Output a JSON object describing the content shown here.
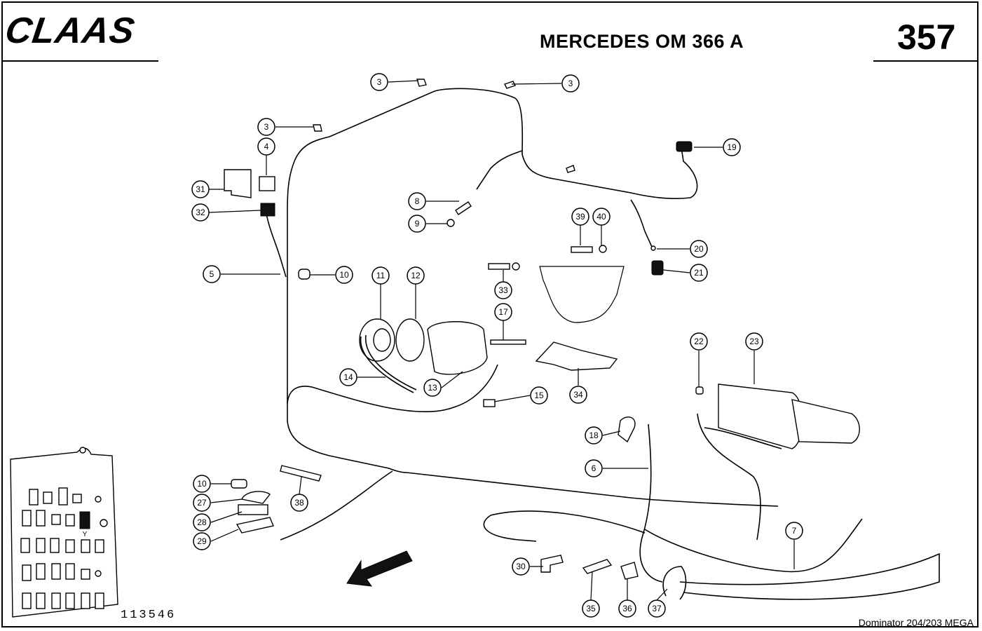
{
  "header": {
    "brand_logo": "CLAAS",
    "title": "MERCEDES OM 366 A",
    "page_number": "357"
  },
  "footer": {
    "drawing_number": "113546",
    "model": "Dominator 204/203 MEGA"
  },
  "fuse_panel": {
    "highlight_label": "Y"
  },
  "callouts": [
    {
      "id": "c3a",
      "label": "3"
    },
    {
      "id": "c3b",
      "label": "3"
    },
    {
      "id": "c3c",
      "label": "3"
    },
    {
      "id": "c4",
      "label": "4"
    },
    {
      "id": "c31",
      "label": "31"
    },
    {
      "id": "c32",
      "label": "32"
    },
    {
      "id": "c5",
      "label": "5"
    },
    {
      "id": "c10a",
      "label": "10"
    },
    {
      "id": "c8",
      "label": "8"
    },
    {
      "id": "c9",
      "label": "9"
    },
    {
      "id": "c19",
      "label": "19"
    },
    {
      "id": "c39",
      "label": "39"
    },
    {
      "id": "c40",
      "label": "40"
    },
    {
      "id": "c20",
      "label": "20"
    },
    {
      "id": "c21",
      "label": "21"
    },
    {
      "id": "c11",
      "label": "11"
    },
    {
      "id": "c12",
      "label": "12"
    },
    {
      "id": "c33",
      "label": "33"
    },
    {
      "id": "c17",
      "label": "17"
    },
    {
      "id": "c14",
      "label": "14"
    },
    {
      "id": "c13",
      "label": "13"
    },
    {
      "id": "c15",
      "label": "15"
    },
    {
      "id": "c34",
      "label": "34"
    },
    {
      "id": "c22",
      "label": "22"
    },
    {
      "id": "c23",
      "label": "23"
    },
    {
      "id": "c18",
      "label": "18"
    },
    {
      "id": "c6",
      "label": "6"
    },
    {
      "id": "c10b",
      "label": "10"
    },
    {
      "id": "c27",
      "label": "27"
    },
    {
      "id": "c28",
      "label": "28"
    },
    {
      "id": "c29",
      "label": "29"
    },
    {
      "id": "c38",
      "label": "38"
    },
    {
      "id": "c7",
      "label": "7"
    },
    {
      "id": "c30",
      "label": "30"
    },
    {
      "id": "c35",
      "label": "35"
    },
    {
      "id": "c36",
      "label": "36"
    },
    {
      "id": "c37",
      "label": "37"
    }
  ]
}
